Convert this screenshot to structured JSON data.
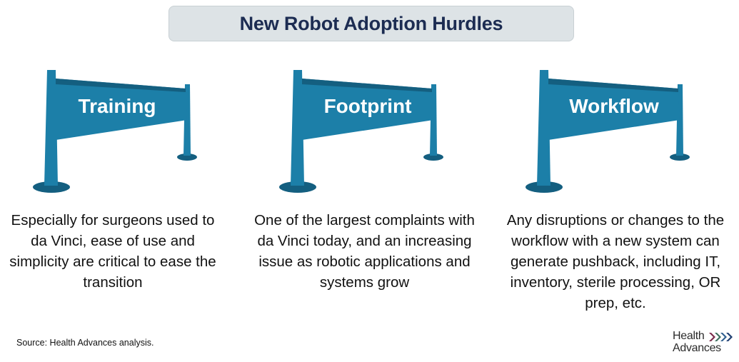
{
  "title": "New Robot Adoption Hurdles",
  "hurdles": [
    {
      "label": "Training",
      "description": "Especially for surgeons used to da Vinci, ease of use and simplicity are critical to ease the transition"
    },
    {
      "label": "Footprint",
      "description": "One of the largest complaints with da Vinci today, and an increasing issue as robotic applications and systems grow"
    },
    {
      "label": "Workflow",
      "description": "Any disruptions or changes to the workflow with a new system can generate pushback, including IT, inventory, sterile processing, OR prep, etc."
    }
  ],
  "source": "Source:  Health Advances analysis.",
  "logo": {
    "line1": "Health",
    "line2": "Advances",
    "mark": "chevron-arrows-icon"
  },
  "colors": {
    "flag": "#1c7fa8",
    "flag_dark": "#145f80",
    "title_bg": "#dde3e6",
    "title_text": "#1c2c52"
  }
}
